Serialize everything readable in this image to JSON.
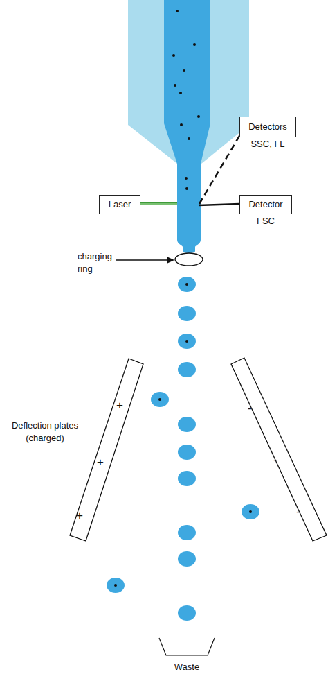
{
  "diagram": {
    "nodes": [
      {
        "text": [
          "Detectors",
          "SSC, FL"
        ]
      },
      {
        "text": [
          "Laser"
        ]
      },
      {
        "text": [
          "Detector",
          "FSC"
        ]
      },
      {
        "text": [
          "+",
          "+",
          "+"
        ]
      },
      {
        "text": [
          "-",
          "-",
          "-"
        ]
      },
      {
        "text": [
          "Waste"
        ]
      }
    ],
    "labels": [
      "charging ring",
      "Deflection plates (charged)"
    ]
  }
}
